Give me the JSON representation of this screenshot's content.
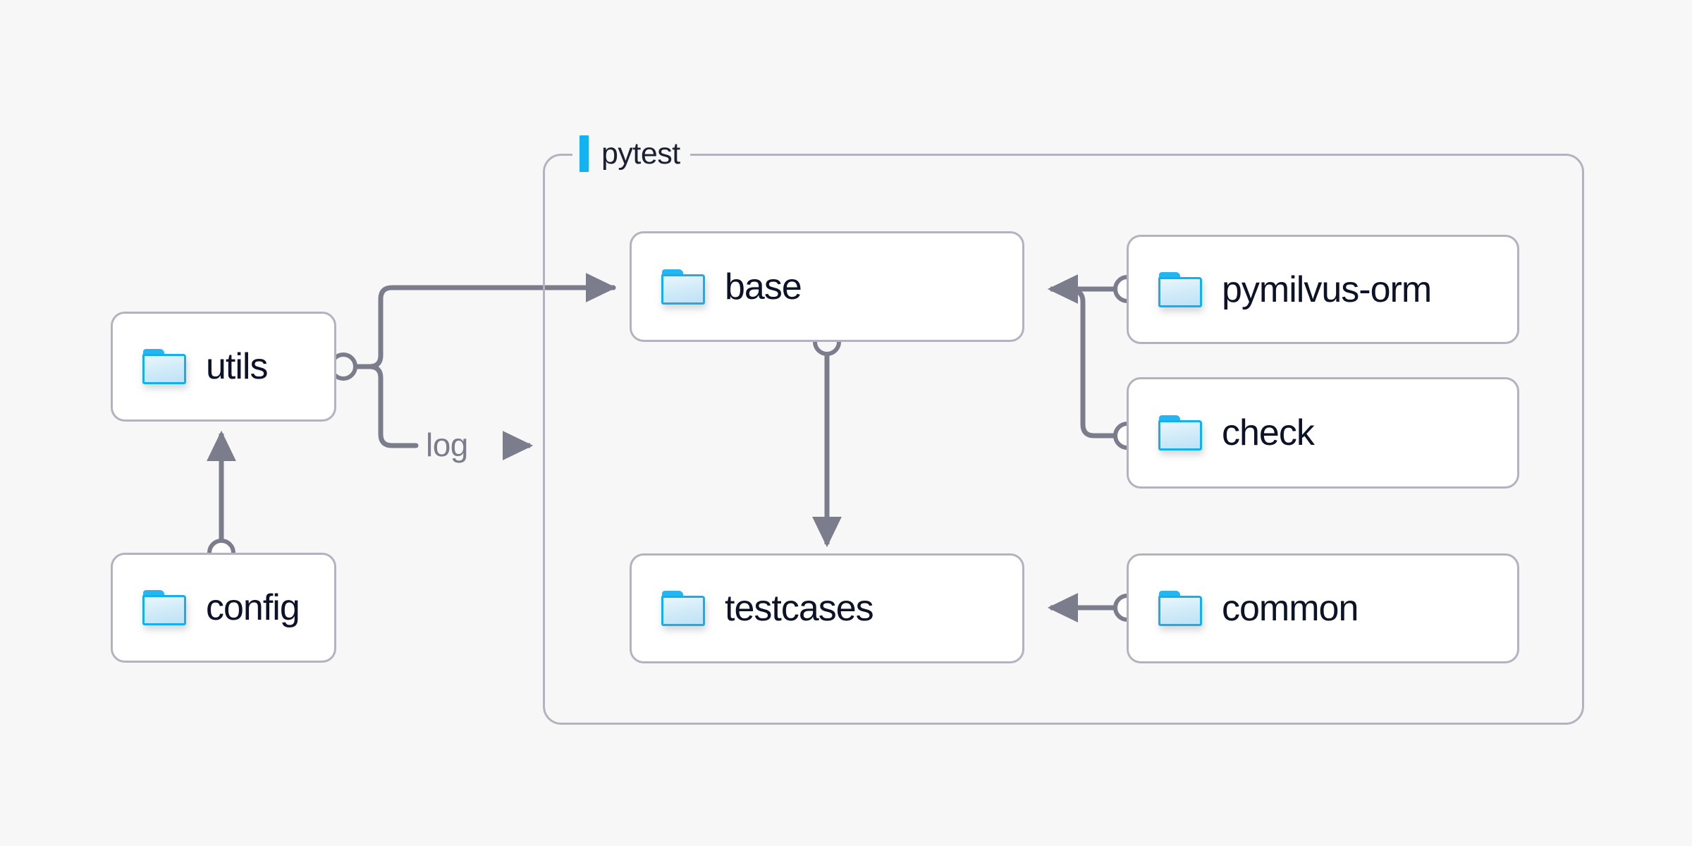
{
  "canvas": {
    "background_color": "#f7f7f7",
    "node_border_color": "#b5b2c0",
    "node_fill_color": "#ffffff",
    "connector_color": "#7b7c8c",
    "text_color": "#0c1227",
    "accent_color": "#13b2f0",
    "folder_icon_color": "#12b0ef"
  },
  "group": {
    "label": "pytest",
    "icon": "accent-bar"
  },
  "nodes": [
    {
      "id": "utils",
      "label": "utils",
      "icon": "folder-icon"
    },
    {
      "id": "config",
      "label": "config",
      "icon": "folder-icon"
    },
    {
      "id": "base",
      "label": "base",
      "icon": "folder-icon"
    },
    {
      "id": "testcases",
      "label": "testcases",
      "icon": "folder-icon"
    },
    {
      "id": "pymilvus-orm",
      "label": "pymilvus-orm",
      "icon": "folder-icon"
    },
    {
      "id": "check",
      "label": "check",
      "icon": "folder-icon"
    },
    {
      "id": "common",
      "label": "common",
      "icon": "folder-icon"
    }
  ],
  "edges": [
    {
      "from": "utils",
      "to": "base",
      "label": ""
    },
    {
      "from": "utils",
      "to": "pytest",
      "label": "log"
    },
    {
      "from": "config",
      "to": "utils",
      "label": ""
    },
    {
      "from": "base",
      "to": "testcases",
      "label": ""
    },
    {
      "from": "pymilvus-orm",
      "to": "base",
      "label": ""
    },
    {
      "from": "check",
      "to": "base",
      "label": ""
    },
    {
      "from": "common",
      "to": "testcases",
      "label": ""
    }
  ]
}
